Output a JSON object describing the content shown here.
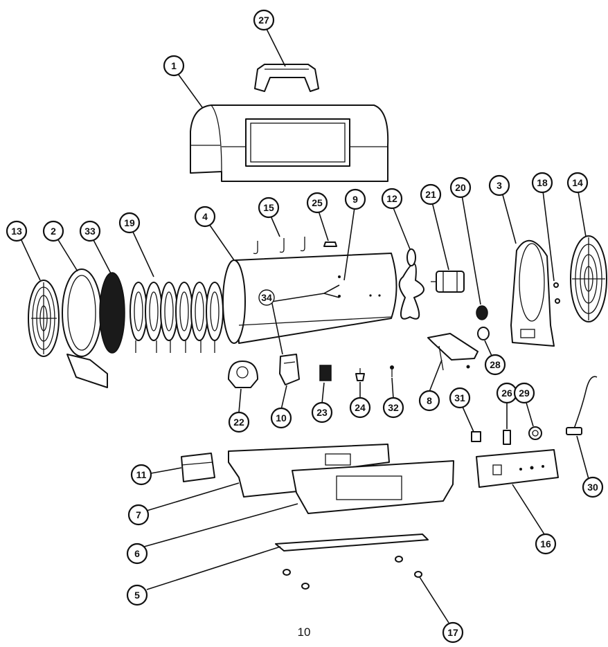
{
  "page_number": "10",
  "callouts": {
    "c1": "1",
    "c2": "2",
    "c3": "3",
    "c4": "4",
    "c5": "5",
    "c6": "6",
    "c7": "7",
    "c8": "8",
    "c9": "9",
    "c10": "10",
    "c11": "11",
    "c12": "12",
    "c13": "13",
    "c14": "14",
    "c15": "15",
    "c16": "16",
    "c17": "17",
    "c18": "18",
    "c19": "19",
    "c20": "20",
    "c21": "21",
    "c22": "22",
    "c23": "23",
    "c24": "24",
    "c25": "25",
    "c26": "26",
    "c27": "27",
    "c28": "28",
    "c29": "29",
    "c30": "30",
    "c31": "31",
    "c32": "32",
    "c33": "33",
    "c34": "34"
  }
}
